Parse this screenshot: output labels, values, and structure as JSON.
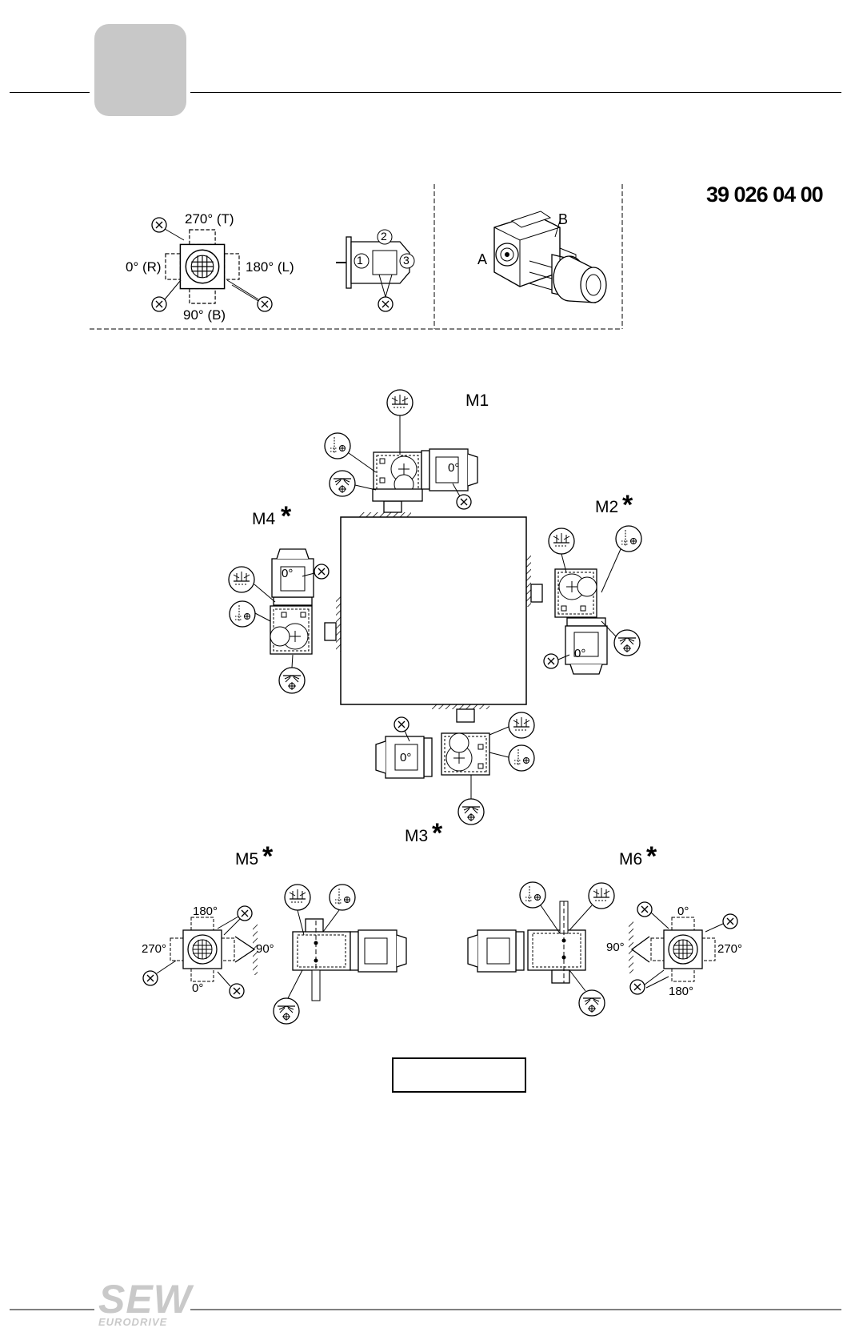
{
  "document": {
    "number": "39 026 04 00"
  },
  "terminal_box": {
    "positions": [
      "270° (T)",
      "0° (R)",
      "180° (L)",
      "90° (B)"
    ],
    "entries": [
      "1",
      "2",
      "3"
    ],
    "marker": "X"
  },
  "view": {
    "side_a": "A",
    "side_b": "B"
  },
  "mounting_positions": {
    "m1": {
      "label": "M1",
      "asterisk": ""
    },
    "m2": {
      "label": "M2",
      "asterisk": "*"
    },
    "m3": {
      "label": "M3",
      "asterisk": "*"
    },
    "m4": {
      "label": "M4",
      "asterisk": "*"
    },
    "m5": {
      "label": "M5",
      "asterisk": "*"
    },
    "m6": {
      "label": "M6",
      "asterisk": "*"
    }
  },
  "motor_badge": "0°",
  "m5_angles": [
    "180°",
    "270°",
    "90°",
    "0°"
  ],
  "m6_angles": [
    "0°",
    "90°",
    "270°",
    "180°"
  ],
  "brand": {
    "name": "SEW",
    "sub": "EURODRIVE"
  }
}
